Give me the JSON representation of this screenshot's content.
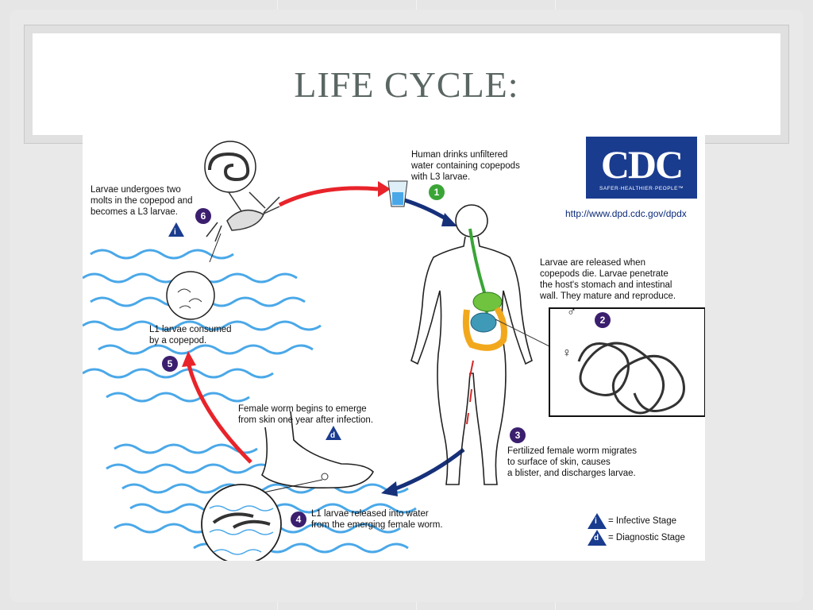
{
  "slide": {
    "title": "LIFE CYCLE:"
  },
  "diagram": {
    "logo": {
      "text": "CDC",
      "tagline": "SAFER·HEALTHIER·PEOPLE™",
      "url": "http://www.dpd.cdc.gov/dpdx",
      "color": "#1a3c8f"
    },
    "steps": [
      {
        "number": "1",
        "text": "Human drinks unfiltered\nwater containing copepods\nwith L3 larvae.",
        "color": "#3aa536"
      },
      {
        "number": "2",
        "text": "Larvae are released when\ncopepods die.  Larvae penetrate\nthe host's stomach and intestinal\nwall.  They mature and reproduce.",
        "color": "#3b1f6e"
      },
      {
        "number": "3",
        "text": "Fertilized female worm migrates\nto surface of skin, causes\na blister, and discharges larvae.",
        "color": "#3b1f6e"
      },
      {
        "number": "4",
        "text": "L1 larvae released into water\nfrom the emerging female worm.",
        "color": "#3b1f6e"
      },
      {
        "number": "5",
        "text": "L1 larvae consumed\nby a copepod.",
        "color": "#3b1f6e"
      },
      {
        "number": "6",
        "text": "Larvae undergoes two\nmolts in the copepod and\nbecomes a L3 larvae.",
        "color": "#3b1f6e"
      }
    ],
    "emerge_text": "Female worm begins to emerge\nfrom skin one year after infection.",
    "legend": {
      "infective": {
        "symbol": "i",
        "label": "= Infective Stage"
      },
      "diagnostic": {
        "symbol": "d",
        "label": "= Diagnostic Stage"
      }
    },
    "male_symbol": "♂",
    "female_symbol": "♀"
  }
}
